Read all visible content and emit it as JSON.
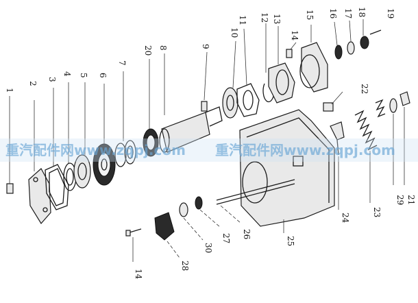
{
  "watermark": {
    "text_left": "重汽配件网www.zqpj.com",
    "text_right": "重汽配件网www.zqpj.com"
  },
  "callouts": [
    {
      "id": "c1",
      "label": "1"
    },
    {
      "id": "c2",
      "label": "2"
    },
    {
      "id": "c3",
      "label": "3"
    },
    {
      "id": "c4",
      "label": "4"
    },
    {
      "id": "c5",
      "label": "5"
    },
    {
      "id": "c6",
      "label": "6"
    },
    {
      "id": "c7",
      "label": "7"
    },
    {
      "id": "c20",
      "label": "20"
    },
    {
      "id": "c8",
      "label": "8"
    },
    {
      "id": "c9",
      "label": "9"
    },
    {
      "id": "c10",
      "label": "10"
    },
    {
      "id": "c11",
      "label": "11"
    },
    {
      "id": "c12",
      "label": "12"
    },
    {
      "id": "c13",
      "label": "13"
    },
    {
      "id": "c14a",
      "label": "14"
    },
    {
      "id": "c15",
      "label": "15"
    },
    {
      "id": "c16",
      "label": "16"
    },
    {
      "id": "c17",
      "label": "17"
    },
    {
      "id": "c18",
      "label": "18"
    },
    {
      "id": "c19",
      "label": "19"
    },
    {
      "id": "c22",
      "label": "22"
    },
    {
      "id": "c21",
      "label": "21"
    },
    {
      "id": "c29",
      "label": "29"
    },
    {
      "id": "c23",
      "label": "23"
    },
    {
      "id": "c24",
      "label": "24"
    },
    {
      "id": "c25",
      "label": "25"
    },
    {
      "id": "c26",
      "label": "26"
    },
    {
      "id": "c27",
      "label": "27"
    },
    {
      "id": "c30",
      "label": "30"
    },
    {
      "id": "c28",
      "label": "28"
    },
    {
      "id": "c14b",
      "label": "14"
    }
  ]
}
